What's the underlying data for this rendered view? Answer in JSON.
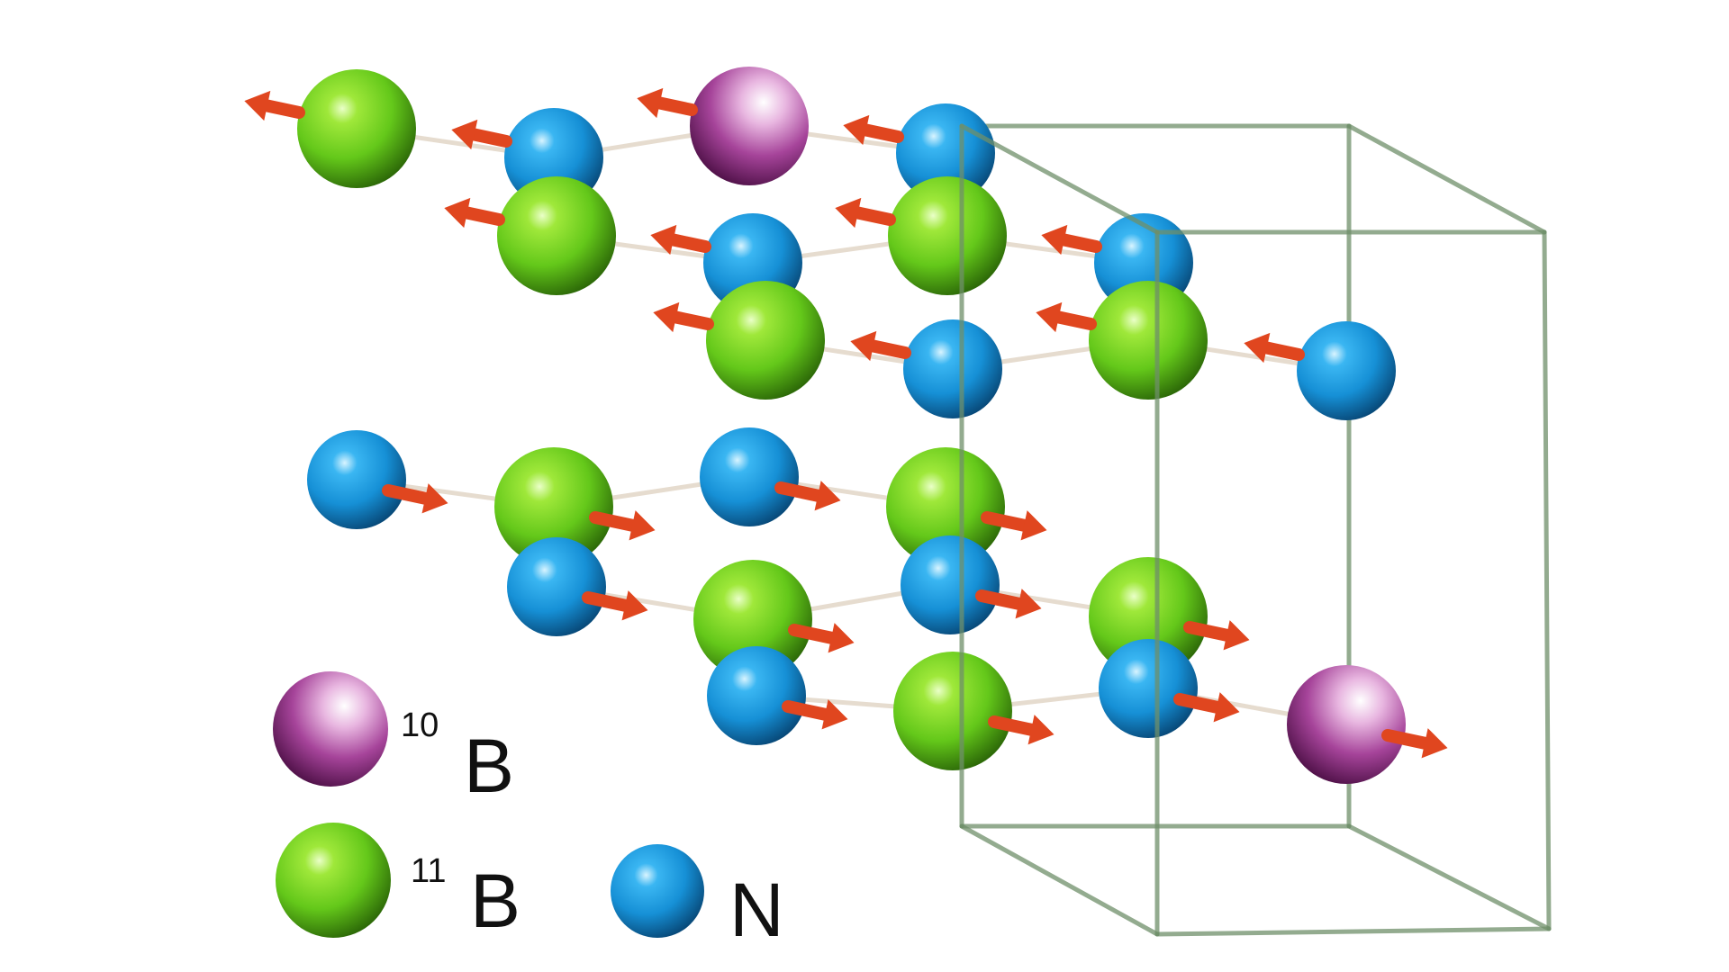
{
  "colors": {
    "boron11": "#7ad61e",
    "boron10": "#b0459e",
    "nitrogen": "#1b9fdf",
    "arrow": "#e0461f",
    "bond": "#e6dccf",
    "cell": "#6f8f6a"
  },
  "legend": {
    "b10": {
      "sup": "10",
      "sym": "B"
    },
    "b11": {
      "sup": "11",
      "sym": "B"
    },
    "n": {
      "sym": "N"
    }
  }
}
